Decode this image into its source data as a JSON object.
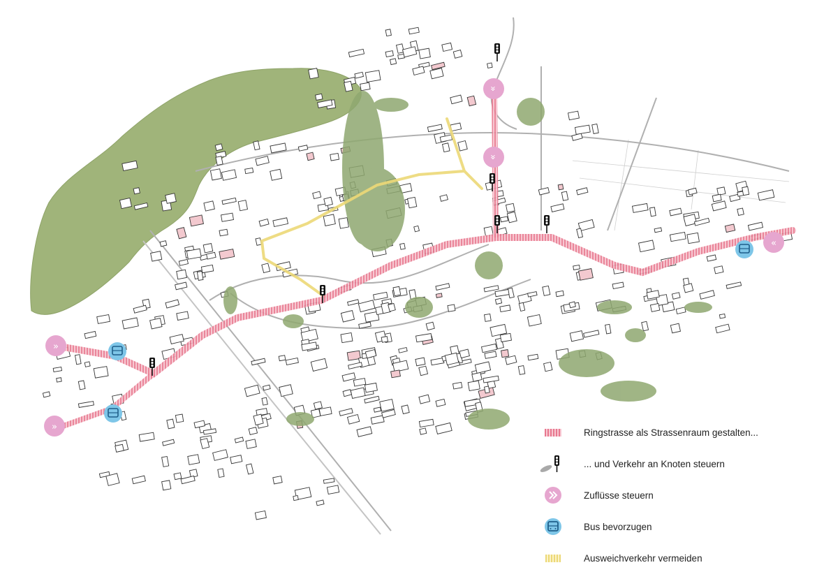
{
  "legend": {
    "ring": "Ringstrasse als Strassenraum gestalten...",
    "traffic": "... und Verkehr an Knoten steuern",
    "inflow": "Zuflüsse steuern",
    "bus": "Bus bevorzugen",
    "detour": "Ausweichverkehr vermeiden"
  },
  "colors": {
    "forest": "#a0b47a",
    "ring_road": "#e8788f",
    "detour_road": "#ecd877",
    "inflow_marker": "#e6a6cf",
    "bus_marker": "#7ec6e8",
    "vegetation": "#8fa870",
    "highlight_building": "#f3c9cf"
  },
  "icons": {
    "inflow": "double-chevron-icon",
    "bus": "bus-icon",
    "traffic": "traffic-light-icon"
  }
}
